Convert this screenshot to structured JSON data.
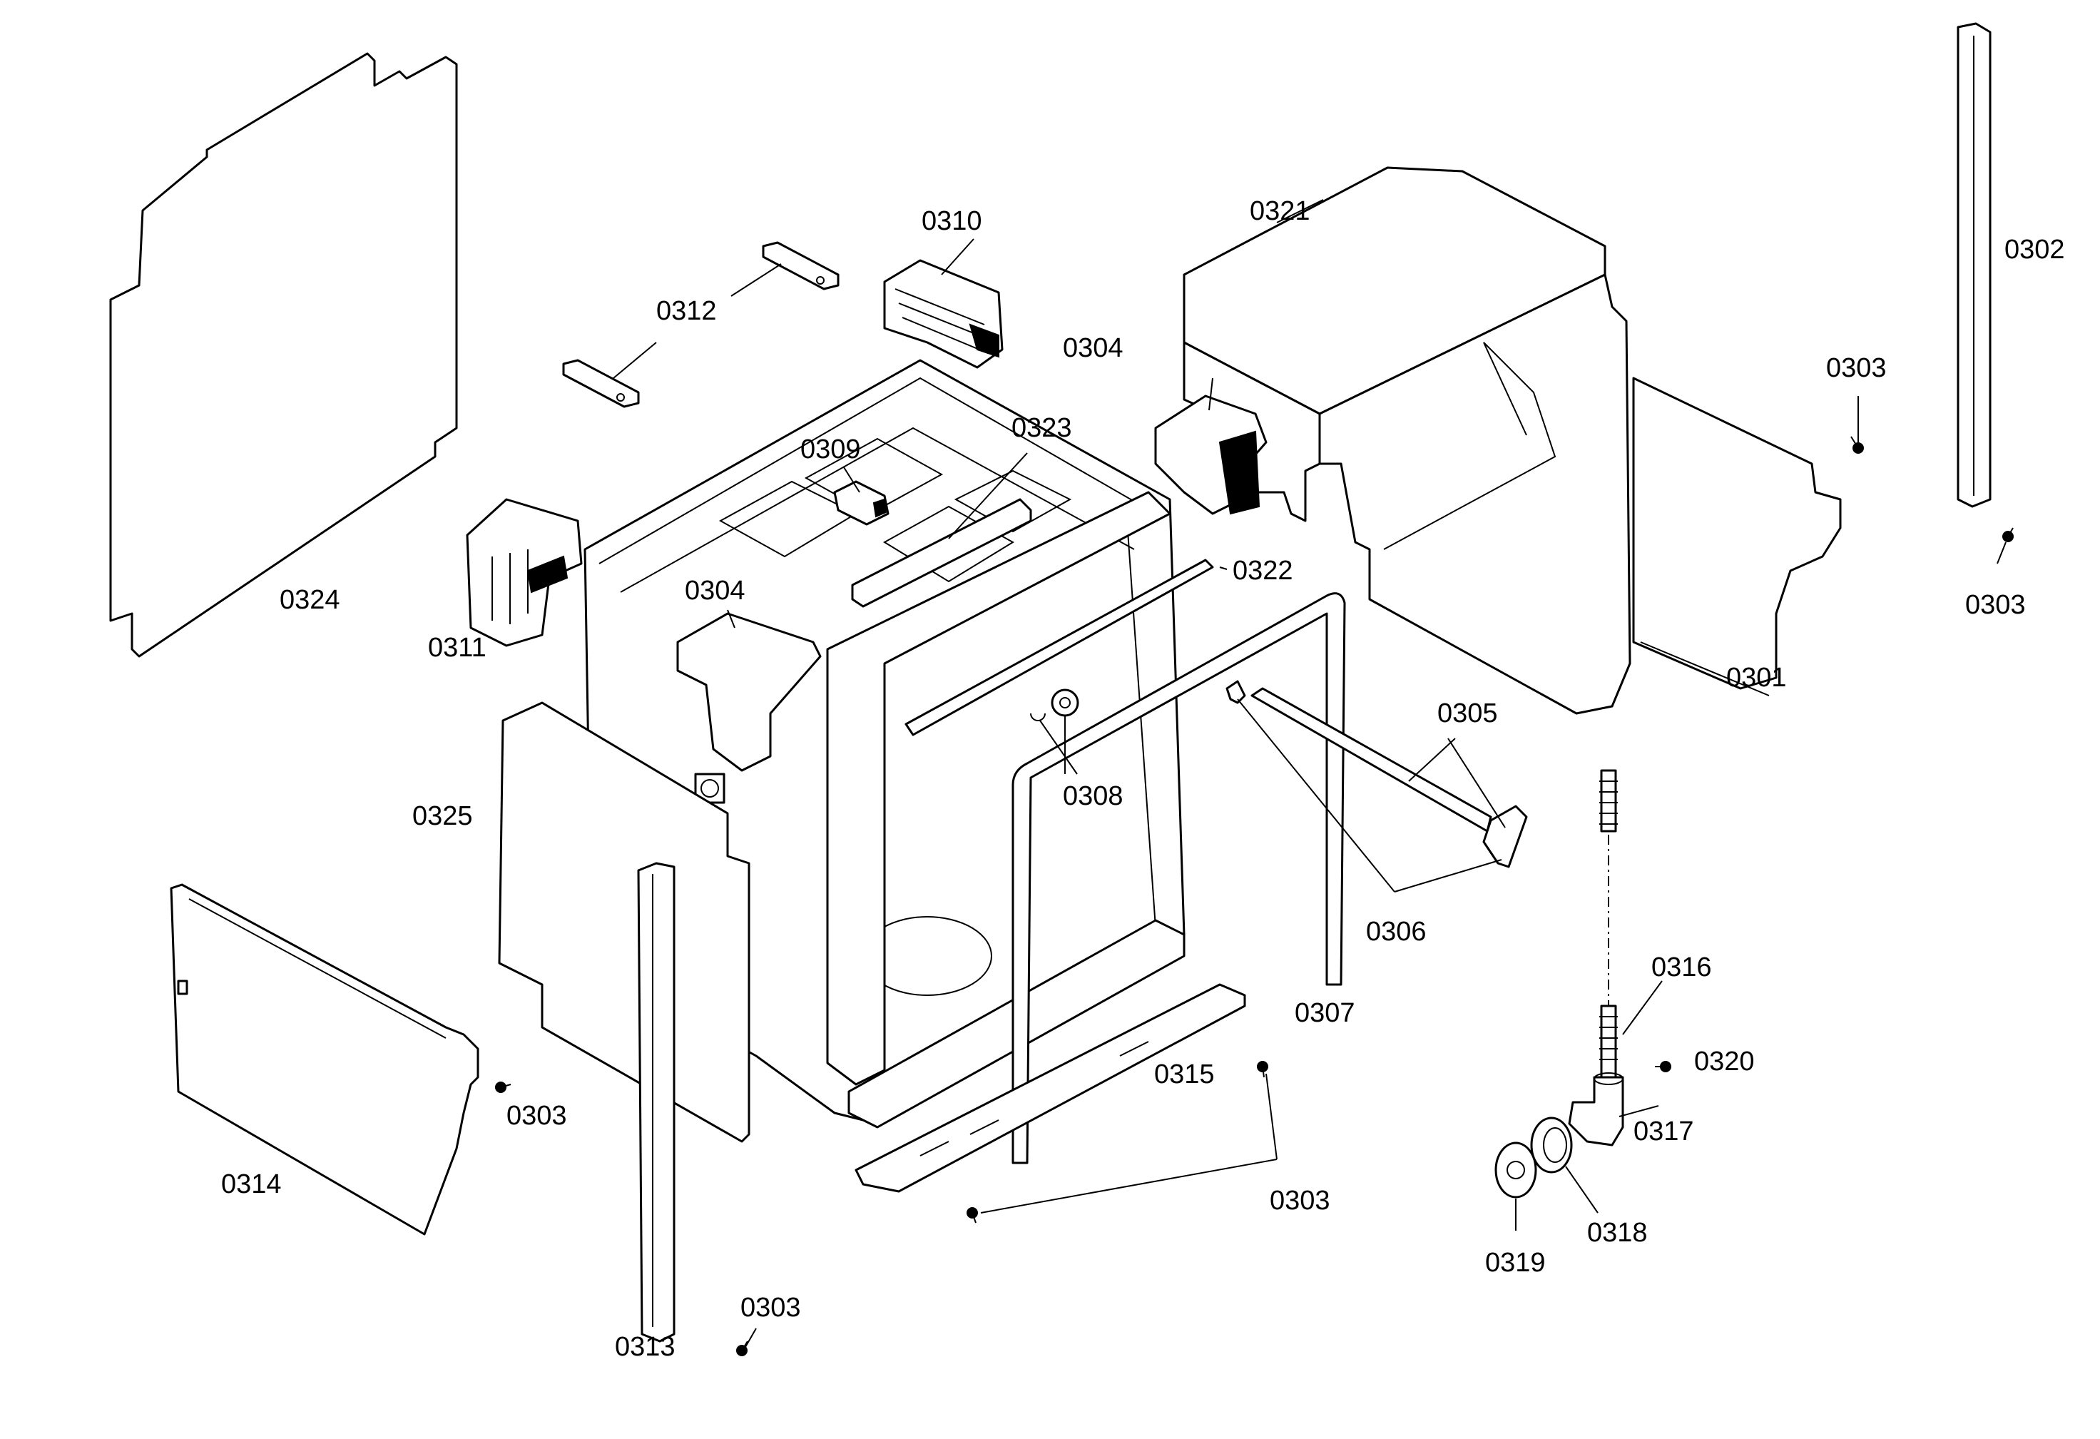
{
  "diagram": {
    "labels": {
      "l0301": "0301",
      "l0302": "0302",
      "l0303a": "0303",
      "l0303b": "0303",
      "l0303c": "0303",
      "l0303d": "0303",
      "l0303e": "0303",
      "l0304a": "0304",
      "l0304b": "0304",
      "l0305": "0305",
      "l0306": "0306",
      "l0307": "0307",
      "l0308": "0308",
      "l0309": "0309",
      "l0310": "0310",
      "l0311": "0311",
      "l0312": "0312",
      "l0313": "0313",
      "l0314": "0314",
      "l0315": "0315",
      "l0316": "0316",
      "l0317": "0317",
      "l0318": "0318",
      "l0319": "0319",
      "l0320": "0320",
      "l0321": "0321",
      "l0322": "0322",
      "l0323": "0323",
      "l0324": "0324",
      "l0325": "0325"
    }
  }
}
